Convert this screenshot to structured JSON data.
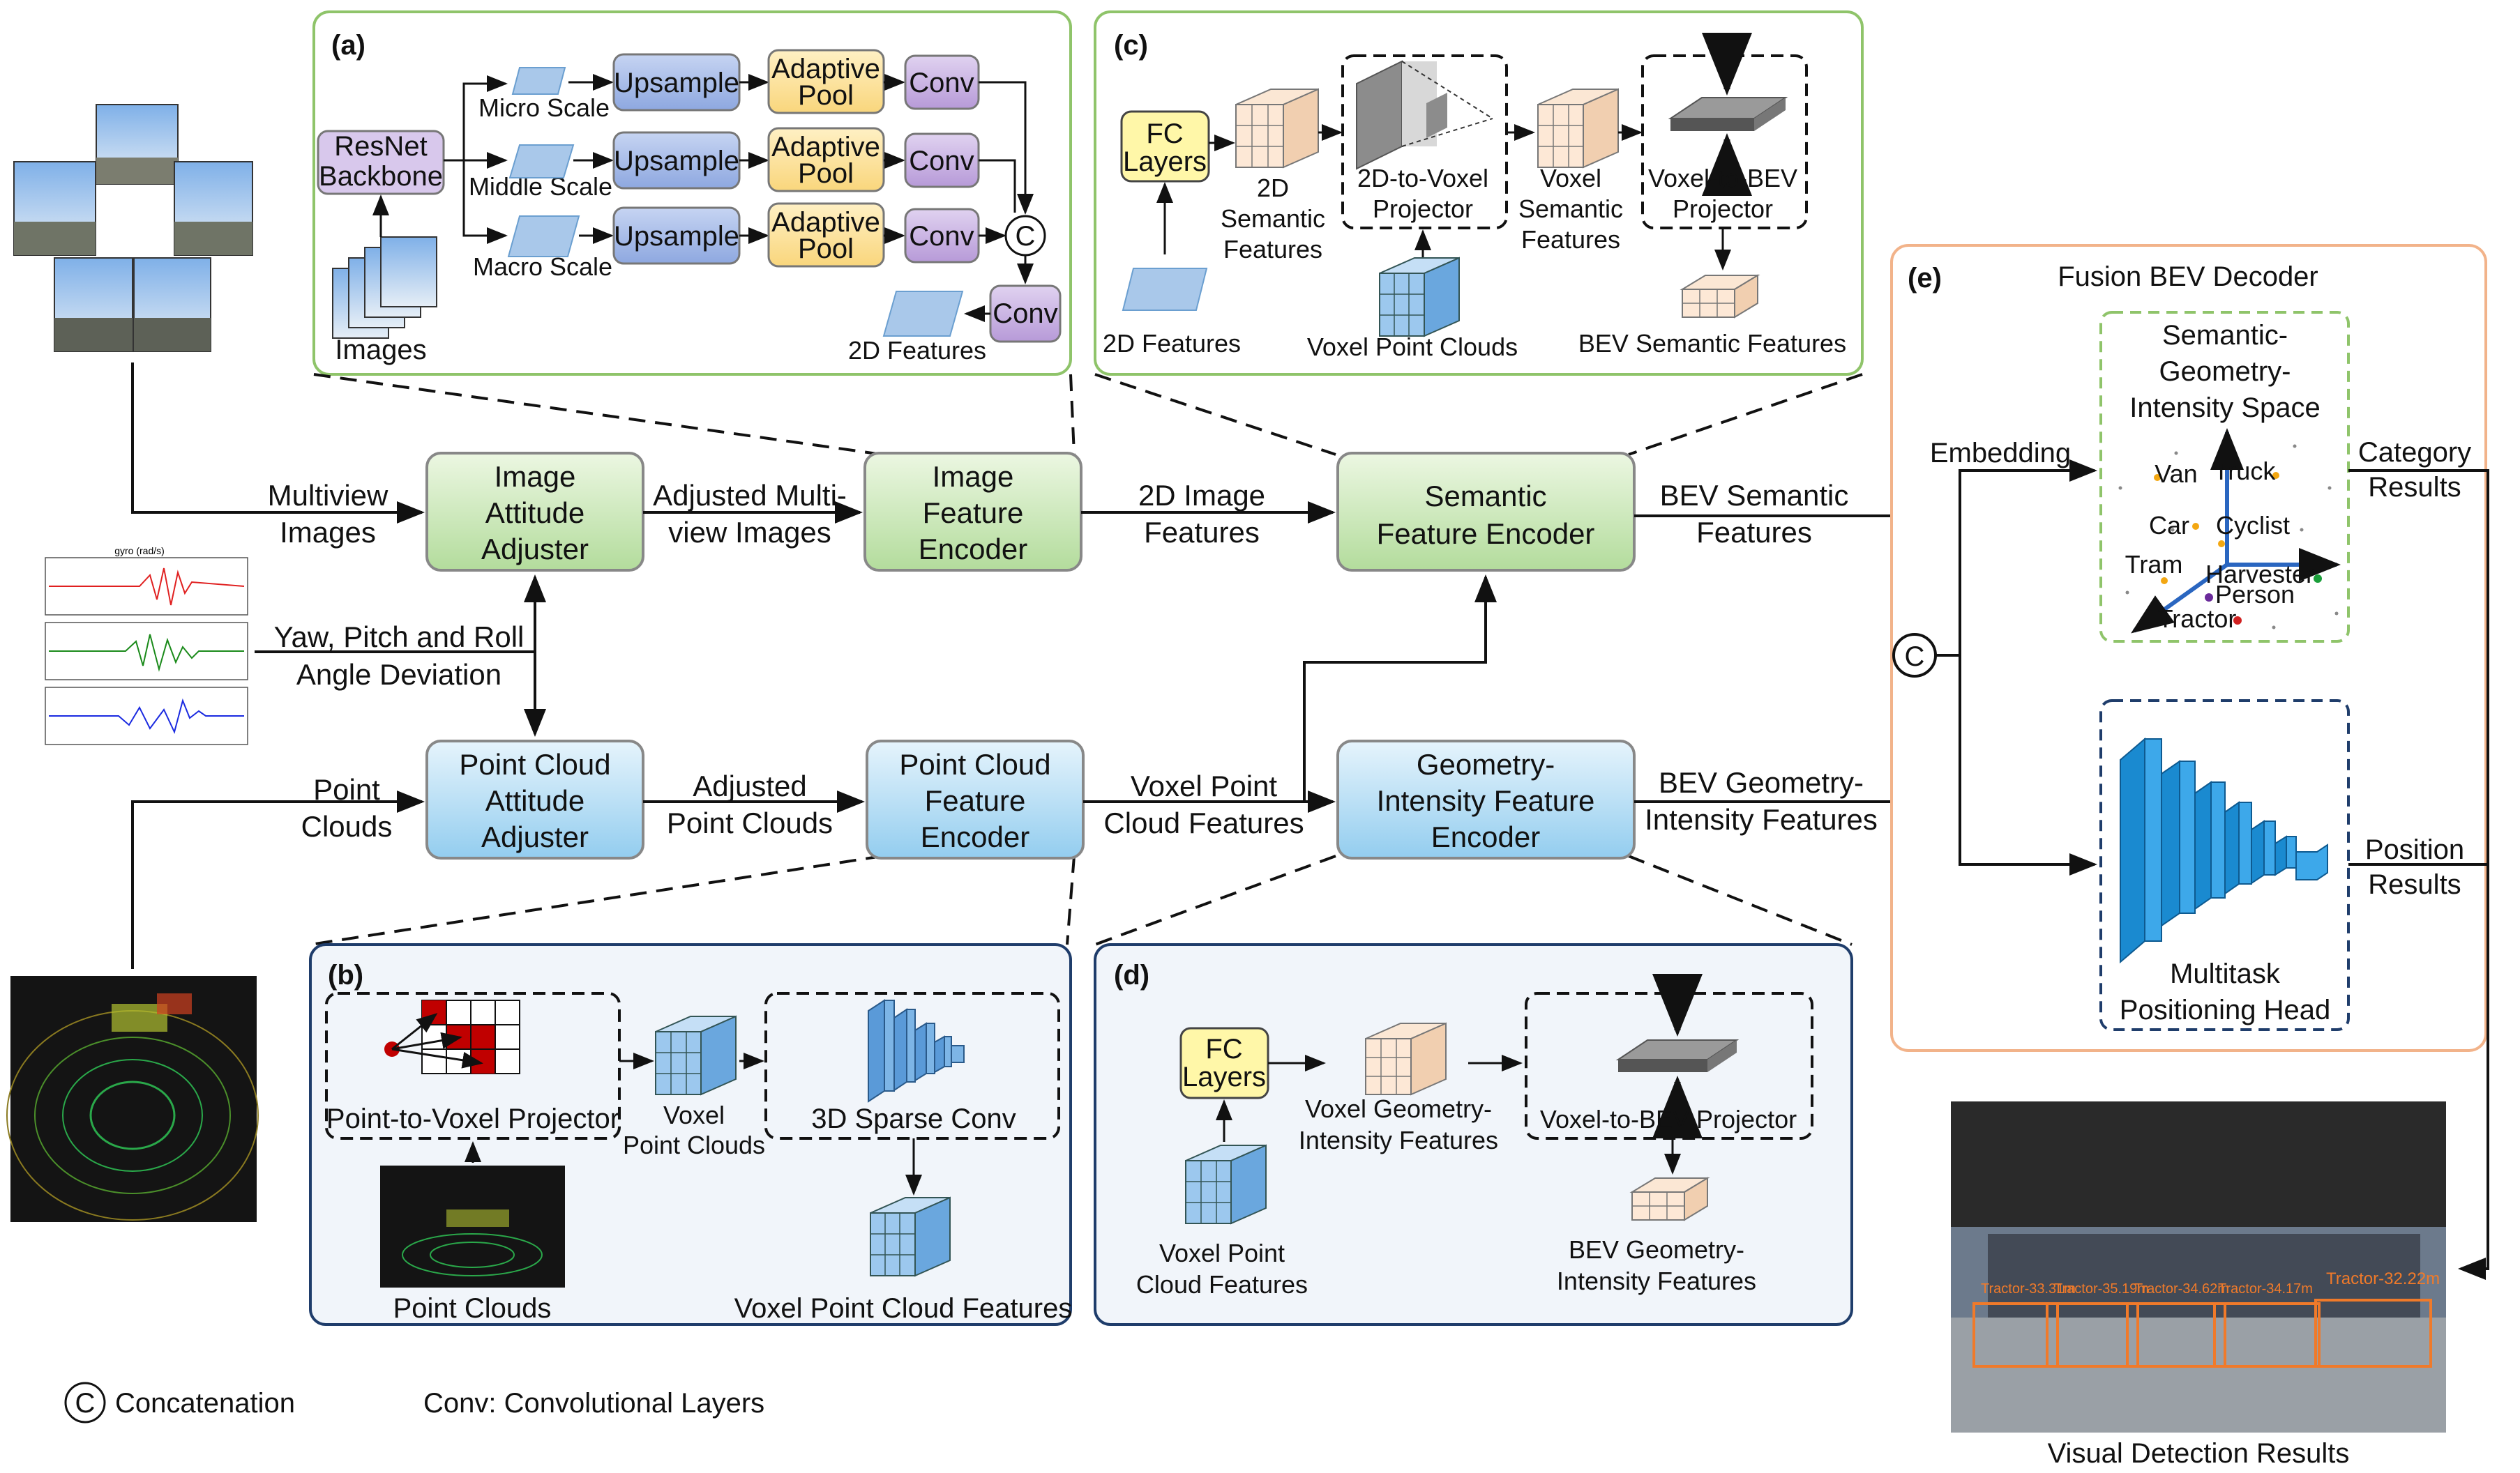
{
  "colors": {
    "green_fill_top": "#e8f5dd",
    "green_fill_bottom": "#b9dfa4",
    "blue_fill_top": "#e1f1fb",
    "blue_fill_bottom": "#9fd2f0",
    "panel_green_border": "#8fc46a",
    "panel_blue_border": "#1f3d6b",
    "panel_blue_fill": "#f1f5fa",
    "panel_orange_border": "#f2b38a",
    "upsample": "#a9bde8",
    "adaptive_pool": "#fde3a0",
    "conv": "#c9b3e0",
    "fc_layers": "#fff7a8",
    "resnet": "#d8c8ec",
    "detect_box": "#f07a2a"
  },
  "main": {
    "image_attitude": [
      "Image",
      "Attitude",
      "Adjuster"
    ],
    "image_feature": [
      "Image",
      "Feature",
      "Encoder"
    ],
    "semantic_encoder": [
      "Semantic",
      "Feature Encoder"
    ],
    "pc_attitude": [
      "Point Cloud",
      "Attitude",
      "Adjuster"
    ],
    "pc_feature": [
      "Point Cloud",
      "Feature",
      "Encoder"
    ],
    "geo_encoder": [
      "Geometry-",
      "Intensity Feature",
      "Encoder"
    ]
  },
  "arrows": {
    "multiview": [
      "Multiview",
      "Images"
    ],
    "adjusted_multiview": [
      "Adjusted Multi-",
      "view Images"
    ],
    "image_features_2d": [
      "2D Image",
      "Features"
    ],
    "bev_semantic": [
      "BEV Semantic",
      "Features"
    ],
    "angle": [
      "Yaw, Pitch and Roll",
      "Angle Deviation"
    ],
    "point_clouds": [
      "Point",
      "Clouds"
    ],
    "adjusted_pc": [
      "Adjusted",
      "Point Clouds"
    ],
    "voxel_pc_features": [
      "Voxel Point",
      "Cloud Features"
    ],
    "bev_geometry": [
      "BEV Geometry-",
      "Intensity Features"
    ]
  },
  "panel_a": {
    "tag": "(a)",
    "resnet": [
      "ResNet",
      "Backbone"
    ],
    "images": "Images",
    "scales": [
      "Micro Scale",
      "Middle Scale",
      "Macro Scale"
    ],
    "upsample": "Upsample",
    "adaptive_pool": [
      "Adaptive",
      "Pool"
    ],
    "conv": "Conv",
    "concat": "C",
    "features_2d": "2D Features"
  },
  "panel_b": {
    "tag": "(b)",
    "projector": "Point-to-Voxel Projector",
    "voxel": [
      "Voxel",
      "Point Clouds"
    ],
    "sparse_conv": "3D Sparse Conv",
    "point_clouds": "Point Clouds",
    "voxel_features": "Voxel Point Cloud Features"
  },
  "panel_c": {
    "tag": "(c)",
    "fc": [
      "FC",
      "Layers"
    ],
    "semantic_2d": [
      "2D",
      "Semantic",
      "Features"
    ],
    "projector_2d": [
      "2D-to-Voxel",
      "Projector"
    ],
    "voxel_semantic": [
      "Voxel",
      "Semantic",
      "Features"
    ],
    "voxel_to_bev": [
      "Voxel-to-BEV",
      "Projector"
    ],
    "features_2d": "2D Features",
    "voxel_pc": "Voxel Point Clouds",
    "bev_semantic": "BEV Semantic Features"
  },
  "panel_d": {
    "tag": "(d)",
    "fc": [
      "FC",
      "Layers"
    ],
    "voxel_geo": [
      "Voxel Geometry-",
      "Intensity Features"
    ],
    "voxel_to_bev": "Voxel-to-BEV Projector",
    "voxel_pc": [
      "Voxel Point",
      "Cloud Features"
    ],
    "bev_geo": [
      "BEV Geometry-",
      "Intensity Features"
    ]
  },
  "panel_e": {
    "tag": "(e)",
    "title": "Fusion BEV Decoder",
    "embedding": "Embedding",
    "space": [
      "Semantic-",
      "Geometry-",
      "Intensity Space"
    ],
    "classes": [
      "Van",
      "Truck",
      "Car",
      "Cyclist",
      "Tram",
      "Harvester",
      "Person",
      "Tractor"
    ],
    "category": [
      "Category",
      "Results"
    ],
    "position": [
      "Position",
      "Results"
    ],
    "head": [
      "Multitask",
      "Positioning Head"
    ],
    "concat": "C"
  },
  "detections": [
    "Tractor-33.31m",
    "Tractor-35.19m",
    "Tractor-34.62m",
    "Tractor-34.17m",
    "Tractor-32.22m"
  ],
  "gyro_title": "gyro (rad/s)",
  "visual_results": "Visual Detection Results",
  "legend": {
    "concat_symbol": "C",
    "concat": "Concatenation",
    "conv": "Conv: Convolutional Layers"
  }
}
